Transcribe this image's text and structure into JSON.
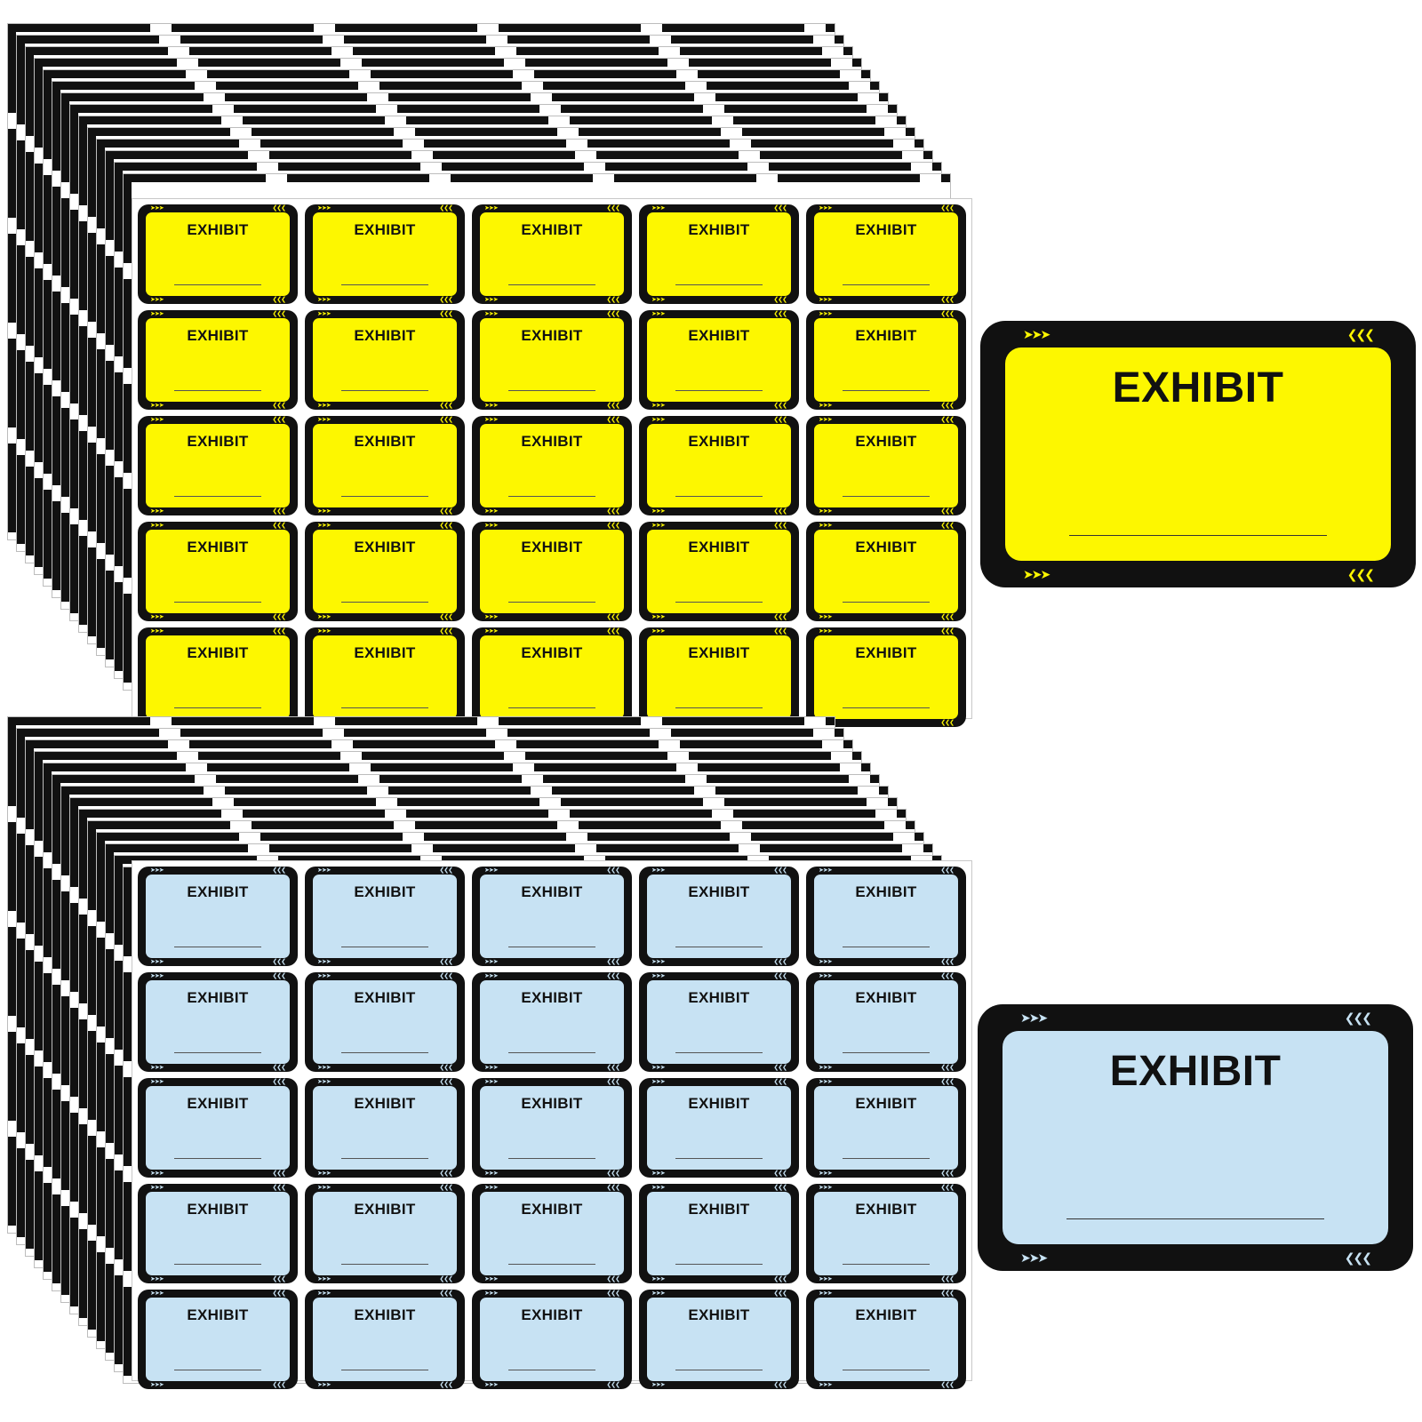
{
  "label_text": "EXHIBIT",
  "colors": {
    "yellow_fill": "#fdf700",
    "blue_fill": "#c7e2f3",
    "frame": "#111111"
  },
  "icons": {
    "left_arrows": "chevrons-right-icon",
    "right_arrows": "chevrons-left-icon"
  },
  "sheets": [
    {
      "name": "yellow-sheet",
      "color": "yellow",
      "rows": 5,
      "columns": 5
    },
    {
      "name": "blue-sheet",
      "color": "blue",
      "rows": 5,
      "columns": 5
    }
  ],
  "closeups": [
    {
      "name": "yellow-label-closeup",
      "color": "yellow",
      "title": "EXHIBIT"
    },
    {
      "name": "blue-label-closeup",
      "color": "blue",
      "title": "EXHIBIT"
    }
  ]
}
